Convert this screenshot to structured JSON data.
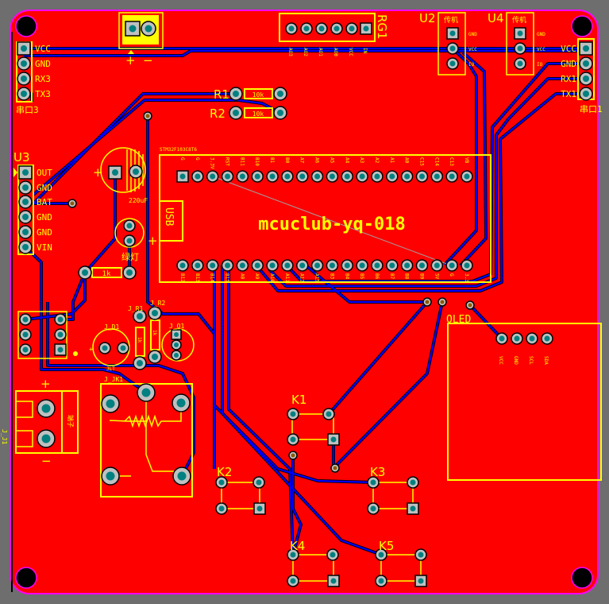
{
  "board": {
    "title": "mcuclub-yq-018",
    "colors": {
      "board": "#ff0000",
      "trace": "#0000ff",
      "silkscreen": "#ffff00",
      "outline": "#ff00ff",
      "pad": "#c0c0c0",
      "pad_hole": "#008080",
      "background": "#6e6e6e"
    }
  },
  "power_connector": {
    "plus": "+",
    "minus": "−"
  },
  "rg1": {
    "ref": "RG1",
    "pins": [
      "AO3",
      "AO2",
      "AO1",
      "AO0",
      "VCC",
      "IN"
    ]
  },
  "uart3": {
    "ref": "串口3",
    "pins": [
      "VCC",
      "GND",
      "RX3",
      "TX3"
    ]
  },
  "uart1": {
    "ref": "串口1",
    "pins": [
      "VCC",
      "GND",
      "RX1",
      "TX1"
    ]
  },
  "r1": {
    "ref": "R1",
    "value": "10k"
  },
  "r2": {
    "ref": "R2",
    "value": "10k"
  },
  "u2": {
    "ref": "U2",
    "title": "传机",
    "pins": [
      "GND",
      "VCC",
      "IO"
    ]
  },
  "u4": {
    "ref": "U4",
    "title": "传机",
    "pins": [
      "GND",
      "VCC",
      "IO"
    ]
  },
  "u3": {
    "ref": "U3",
    "pins": [
      "OUT",
      "GND",
      "BAT",
      "GND",
      "GND",
      "VIN"
    ]
  },
  "cap": {
    "value": "220uF",
    "plus": "+"
  },
  "led": {
    "ref": "绿灯",
    "plus": "+"
  },
  "r_led": {
    "value": "1k"
  },
  "mcu": {
    "part": "STM32F103C8T6",
    "usb": "USB",
    "name": "mcuclub-yq-018",
    "top_pins": [
      "G",
      "G",
      "3.3V",
      "RST",
      "B11",
      "B10",
      "B1",
      "B0",
      "A7",
      "A6",
      "A5",
      "A4",
      "A3",
      "A2",
      "A1",
      "A0",
      "C15",
      "C14",
      "C13",
      "VB"
    ],
    "bottom_pins": [
      "B12",
      "B13",
      "B14",
      "B15",
      "A8",
      "A9",
      "A10",
      "A11",
      "A12",
      "A15",
      "B3",
      "B4",
      "B5",
      "B6",
      "B7",
      "B8",
      "B9",
      "5V",
      "G",
      "3.3"
    ]
  },
  "j_d1": {
    "ref": "J_D1",
    "sub": "JLT",
    "plus": "+"
  },
  "j_r1": {
    "ref": "J_R1",
    "value": "1k"
  },
  "j_r2": {
    "ref": "J_R2",
    "value": "1k"
  },
  "j_q1": {
    "ref": "J_Q1"
  },
  "j_jk1": {
    "ref": "J_JK1"
  },
  "j_j1": {
    "ref": "J_J1",
    "plus": "+",
    "minus": "−",
    "body": "端子"
  },
  "oled": {
    "ref": "OLED",
    "pins": [
      "VCC",
      "GND",
      "SCL",
      "SDA"
    ]
  },
  "keys": [
    {
      "ref": "K1"
    },
    {
      "ref": "K2"
    },
    {
      "ref": "K3"
    },
    {
      "ref": "K4"
    },
    {
      "ref": "K5"
    }
  ]
}
